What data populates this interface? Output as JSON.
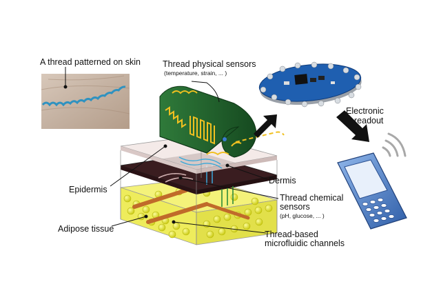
{
  "labels": {
    "thread_on_skin": "A thread patterned on skin",
    "physical_sensors_title": "Thread physical sensors",
    "physical_sensors_sub": "(temperature, strain, ... )",
    "electronic_readout_line1": "Electronic",
    "electronic_readout_line2": "readout",
    "epidermis": "Epidermis",
    "dermis": "Dermis",
    "chemical_sensors_line1": "Thread chemical",
    "chemical_sensors_line2": "sensors",
    "chemical_sensors_sub": "(pH, glucose, ... )",
    "adipose_tissue": "Adipose tissue",
    "microfluidic_line1": "Thread-based",
    "microfluidic_line2": "microfluidic channels"
  },
  "colors": {
    "skin_photo": "#c9b8a8",
    "thread": "#3a9ec4",
    "epidermis": "#e8d8d6",
    "dermis": "#3b1f22",
    "adipose": "#f4f28a",
    "fat_cells": "#d8d820",
    "patch_green": "#1f5a2a",
    "gold_trace": "#e8b820",
    "board_blue": "#1f5fb0",
    "phone_blue": "#4a7fc8",
    "arrow": "#111111"
  },
  "icons": {
    "board": "circular-electronics-board-icon",
    "phone": "mobile-phone-icon",
    "signal": "wireless-signal-icon",
    "arrows": "black-arrow-icon"
  }
}
